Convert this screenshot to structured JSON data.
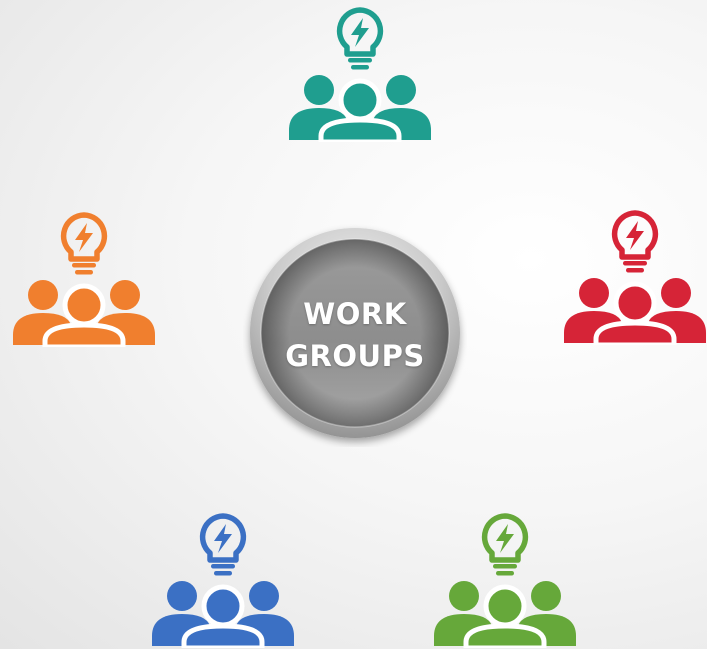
{
  "center": {
    "label_line1": "WORK",
    "label_line2": "GROUPS"
  },
  "groups": [
    {
      "position": "top",
      "color": "#1f9e8f",
      "icon": "team-idea-icon"
    },
    {
      "position": "left",
      "color": "#f07f2e",
      "icon": "team-idea-icon"
    },
    {
      "position": "right",
      "color": "#d62437",
      "icon": "team-idea-icon"
    },
    {
      "position": "bottom-left",
      "color": "#3b70c4",
      "icon": "team-idea-icon"
    },
    {
      "position": "bottom-right",
      "color": "#66a83a",
      "icon": "team-idea-icon"
    }
  ]
}
